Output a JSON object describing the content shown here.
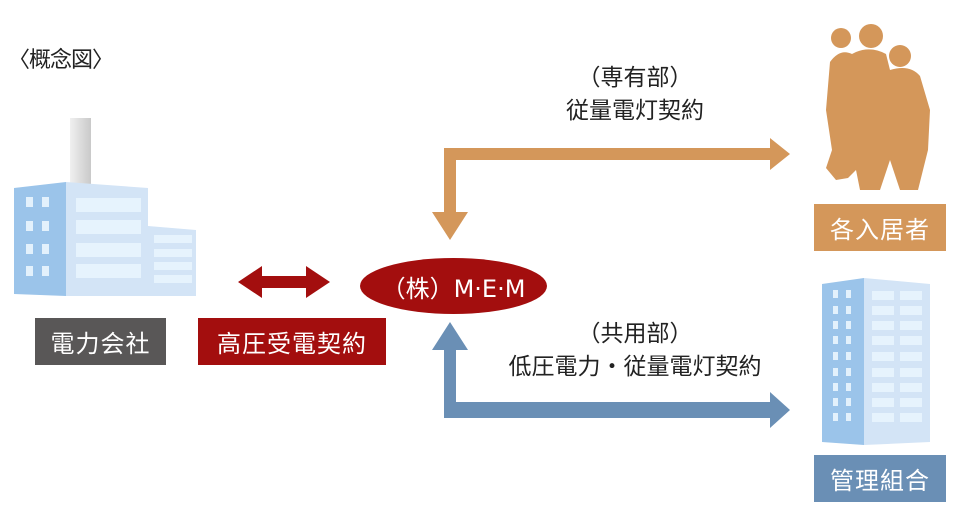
{
  "title": "〈概念図〉",
  "nodes": {
    "power_company": {
      "label": "電力会社",
      "icon": "factory-icon"
    },
    "mem": {
      "label": "（株）M·E·M"
    },
    "residents": {
      "label": "各入居者",
      "icon": "family-silhouette-icon"
    },
    "management": {
      "label": "管理組合",
      "icon": "apartment-building-icon"
    }
  },
  "contracts": {
    "high_voltage": {
      "label": "高圧受電契約"
    },
    "private_area": {
      "line1": "（専有部）",
      "line2": "従量電灯契約"
    },
    "common_area": {
      "line1": "（共用部）",
      "line2": "低圧電力・従量電灯契約"
    }
  },
  "colors": {
    "dark_red": "#a30e0e",
    "orange": "#d4975a",
    "steel_blue": "#6a8fb5",
    "gray": "#595757",
    "building_light": "#d3e4f6",
    "building_dark": "#9bc4ea"
  }
}
